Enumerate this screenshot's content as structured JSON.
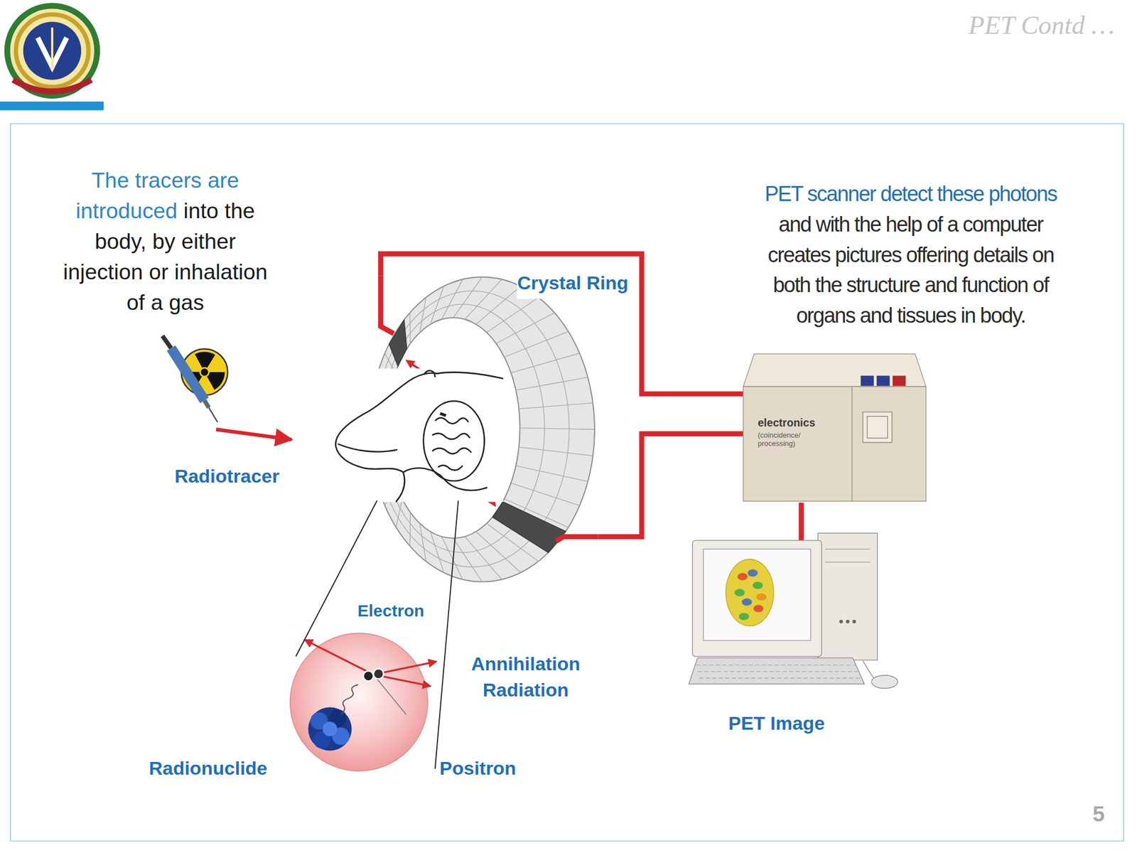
{
  "diagram": {
    "title": "PET Contd …",
    "nodes": [
      {
        "text": [
          "Crystal Ring"
        ]
      },
      {
        "text": [
          "electronics",
          "(coincidence/ processing)"
        ]
      },
      {
        "text": [
          "PET Image"
        ]
      }
    ],
    "edges": [
      {
        "from": 0,
        "to": 1,
        "arrow": "none"
      },
      {
        "from": 0,
        "to": 1,
        "arrow": "none"
      },
      {
        "from": 1,
        "to": 2,
        "arrow": "none"
      }
    ],
    "labels": [
      "The tracers are introduced",
      "into the body, by either injection or inhalation of a gas",
      "PET scanner detect these photons",
      "and with the help of a computer creates pictures offering details on both the structure and function of organs and tissues in body.",
      "Radiotracer",
      "Electron",
      "Annihilation Radiation",
      "Radionuclide",
      "Positron",
      "5"
    ]
  }
}
